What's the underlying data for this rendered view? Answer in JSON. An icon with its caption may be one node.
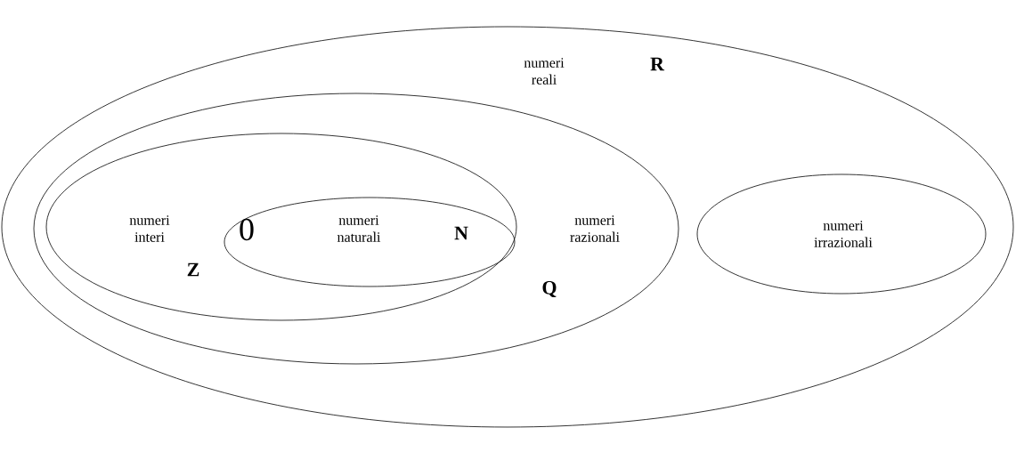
{
  "diagram": {
    "nodes": [
      {
        "text": [
          "numeri reali",
          "R"
        ]
      },
      {
        "text": [
          "numeri razionali",
          "Q"
        ],
        "in": 0
      },
      {
        "text": [
          "numeri interi",
          "Z"
        ],
        "in": 1
      },
      {
        "text": [
          "0",
          "numeri naturali",
          "N"
        ],
        "in": 2
      },
      {
        "text": [
          "numeri irrazionali"
        ],
        "in": 0
      }
    ]
  }
}
